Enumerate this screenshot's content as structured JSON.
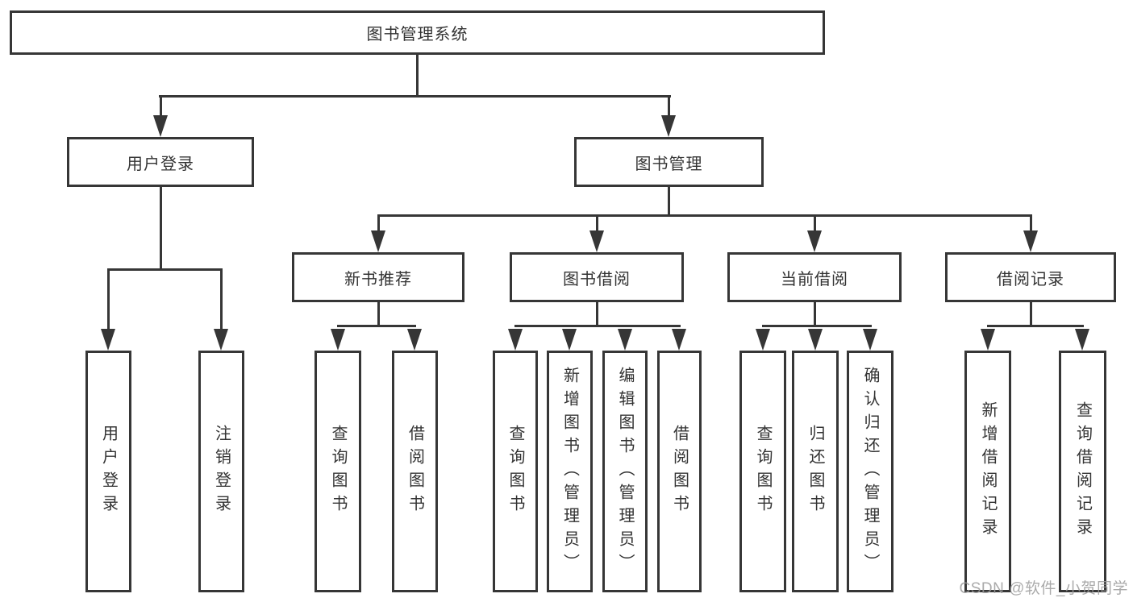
{
  "diagram": {
    "root": {
      "label": "图书管理系统"
    },
    "branches": [
      {
        "label": "用户登录",
        "children": [
          {
            "label": "用户登录"
          },
          {
            "label": "注销登录"
          }
        ]
      },
      {
        "label": "图书管理",
        "children": [
          {
            "label": "新书推荐",
            "children": [
              {
                "label": "查询图书"
              },
              {
                "label": "借阅图书"
              }
            ]
          },
          {
            "label": "图书借阅",
            "children": [
              {
                "label": "查询图书"
              },
              {
                "label": "新增图书（管理员）"
              },
              {
                "label": "编辑图书（管理员）"
              },
              {
                "label": "借阅图书"
              }
            ]
          },
          {
            "label": "当前借阅",
            "children": [
              {
                "label": "查询图书"
              },
              {
                "label": "归还图书"
              },
              {
                "label": "确认归还（管理员）"
              }
            ]
          },
          {
            "label": "借阅记录",
            "children": [
              {
                "label": "新增借阅记录"
              },
              {
                "label": "查询借阅记录"
              }
            ]
          }
        ]
      }
    ]
  },
  "watermark": {
    "text": "CSDN @软件_小贺同学"
  },
  "colors": {
    "line": "#363636",
    "text": "#333333",
    "watermark": "#9c9c9c",
    "bg": "#ffffff"
  }
}
